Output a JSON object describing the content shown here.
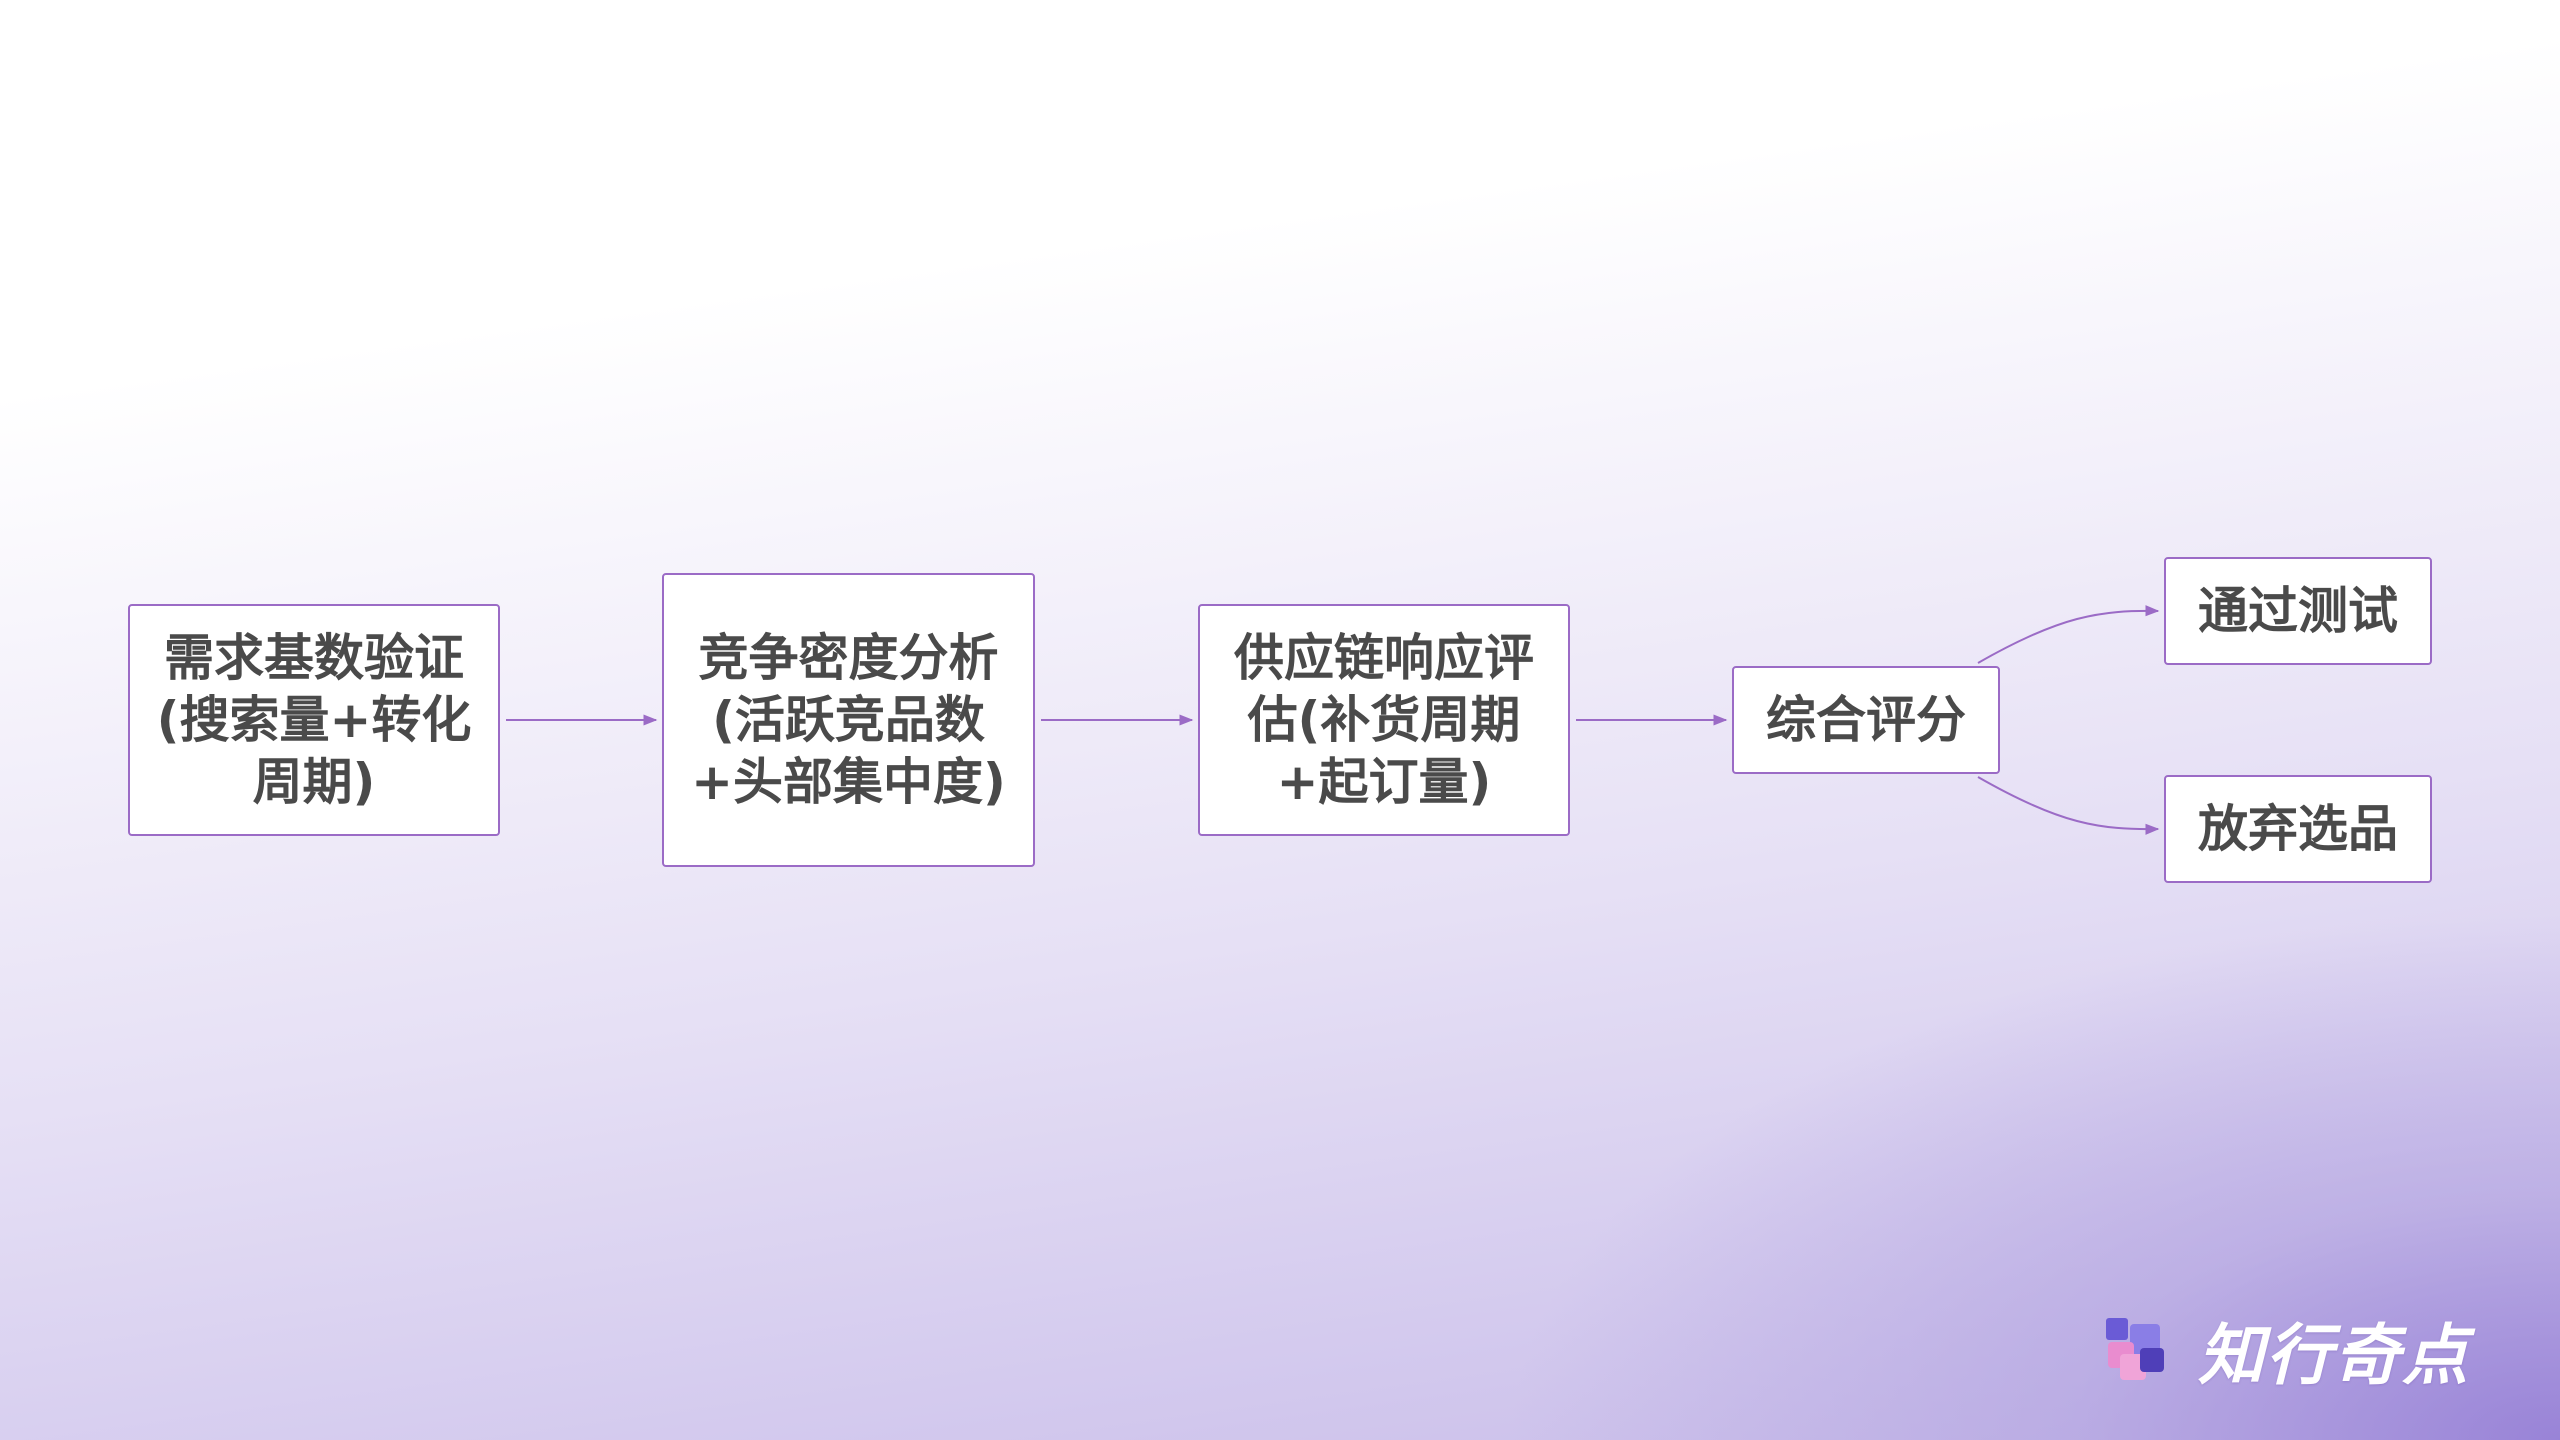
{
  "diagram": {
    "nodes": [
      {
        "id": "n1",
        "label": "需求基数验证(搜索量+转化周期)"
      },
      {
        "id": "n2",
        "label": "竞争密度分析(活跃竞品数+头部集中度)"
      },
      {
        "id": "n3",
        "label": "供应链响应评估(补货周期+起订量)"
      },
      {
        "id": "n4",
        "label": "综合评分"
      },
      {
        "id": "n5",
        "label": "通过测试"
      },
      {
        "id": "n6",
        "label": "放弃选品"
      }
    ],
    "edges": [
      {
        "from": "n1",
        "to": "n2"
      },
      {
        "from": "n2",
        "to": "n3"
      },
      {
        "from": "n3",
        "to": "n4"
      },
      {
        "from": "n4",
        "to": "n5"
      },
      {
        "from": "n4",
        "to": "n6"
      }
    ],
    "colors": {
      "node_border": "#9b6bc6",
      "edge": "#9b6bc6",
      "text": "#4a4a4a"
    }
  },
  "branding": {
    "logo_text": "知行奇点",
    "icon": "stacked-squares-logo-icon"
  }
}
